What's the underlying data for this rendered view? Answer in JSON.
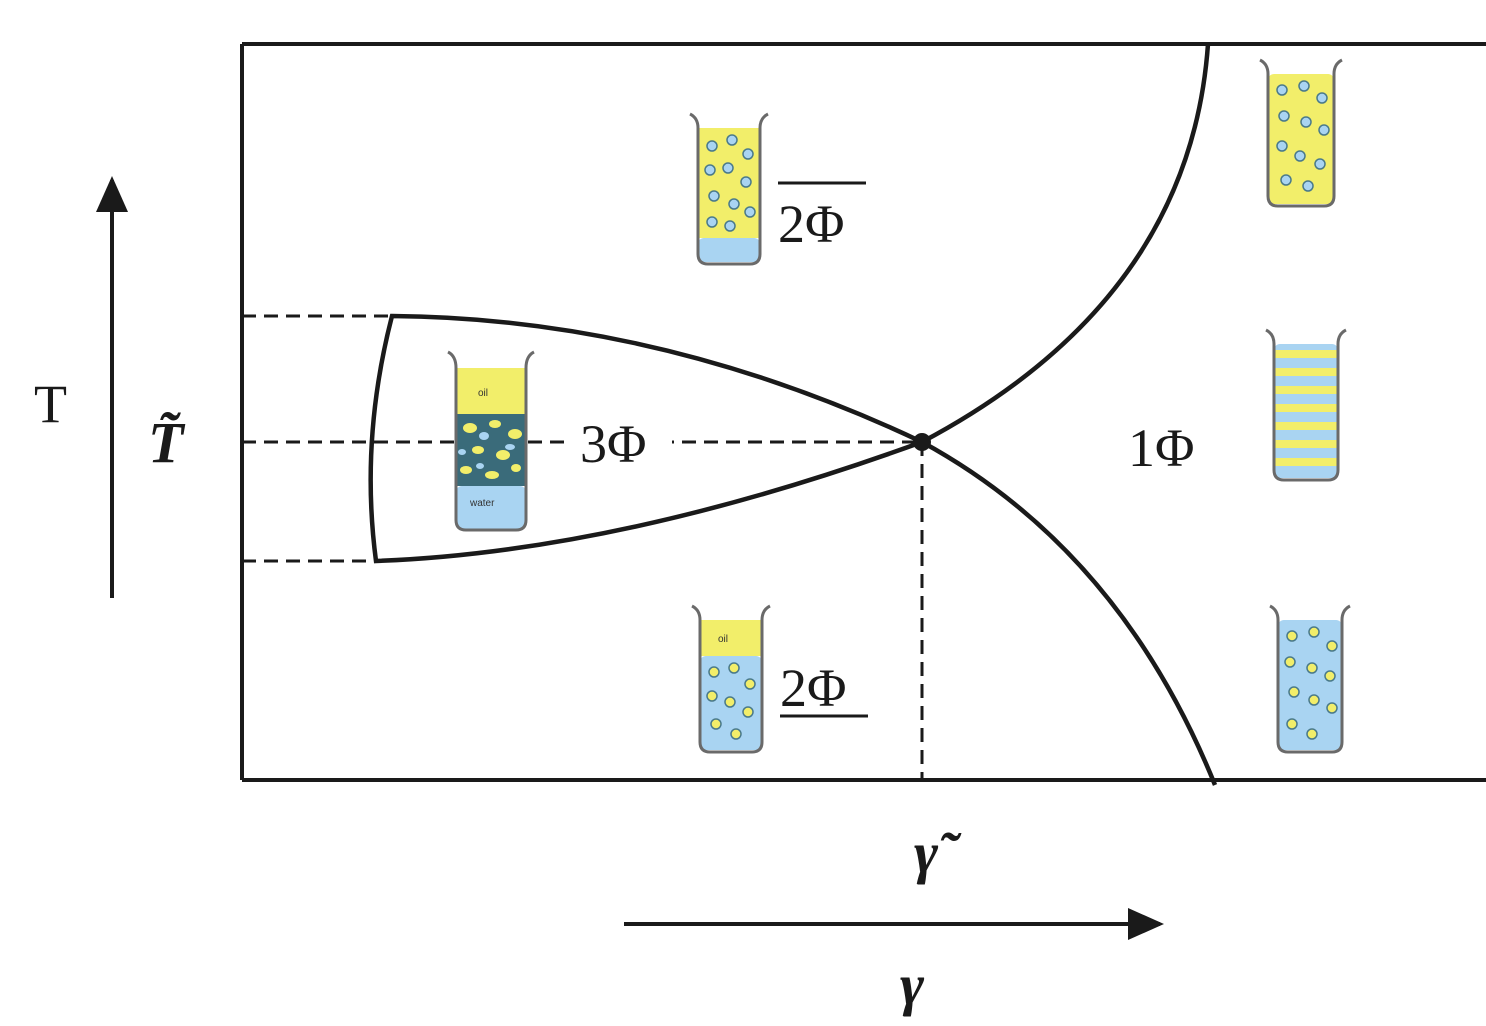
{
  "diagram": {
    "y_axis_label": "T",
    "x_axis_label": "γ",
    "t_tilde_label": "T̃",
    "gamma_tilde_label": "γ̃",
    "regions": {
      "three_phase": "3Φ",
      "two_phase_upper": "2Φ",
      "two_phase_lower": "2Φ",
      "one_phase": "1Φ"
    },
    "beaker_labels": {
      "oil": "oil",
      "water": "water"
    },
    "colors": {
      "oil": "#f2ee6a",
      "water": "#a9d4f2",
      "line": "#1a1a1a"
    }
  }
}
